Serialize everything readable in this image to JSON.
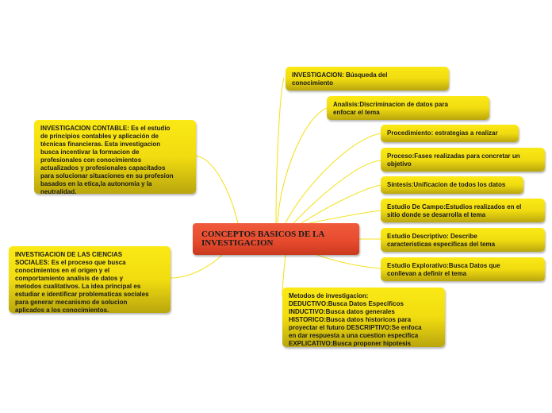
{
  "central": {
    "title": "CONCEPTOS BASICOS DE LA\nINVESTIGACION"
  },
  "left_topics": [
    {
      "text": "INVESTIGACION CONTABLE: Es el estudio\nde principios contables y aplicación de\ntécnicas financieras. Esta investigacion\nbusca incentivar la formacion de\nprofesionales con conocimientos\nactualizados y profesionales capacitados\npara solucionar situaciones en su profesion\nbasados en la etica,la autonomia y la\nneutralidad."
    },
    {
      "text": "INVESTIGACION DE LAS CIENCIAS\nSOCIALES: Es el proceso que busca\nconocimientos en el origen y el\ncomportamiento  analisis de datos y\nmetodos cualitativos. La idea principal es\nestudiar e identificar problematicas sociales\npara generar mecanismo de solucion\naplicados a los conocimientos."
    }
  ],
  "right_topics": [
    {
      "text": "INVESTIGACION: Búsqueda del\nconocimiento"
    },
    {
      "text": "Analisis:Discriminacion de datos para\nenfocar el tema"
    },
    {
      "text": "Procedimiento: estrategias a realizar"
    },
    {
      "text": "Proceso:Fases realizadas para concretar un\nobjetivo"
    },
    {
      "text": "Sintesis:Unificacion de todos los datos"
    },
    {
      "text": "Estudio De Campo:Estudios realizados en el\nsitio donde se desarrolla el tema"
    },
    {
      "text": "Estudio Descriptivo: Describe\ncaracteristicas especificas del tema"
    },
    {
      "text": "Estudio Explorativo:Busca Datos que\nconllevan a definir el tema"
    },
    {
      "text": "Metodos de investigacion:\nDEDUCTIVO:Busca Datos Especificos\nINDUCTIVO:Busca datos generales\nHISTORICO:Busca datos historicos para\nproyectar el futuro DESCRIPTIVO:Se enfoca\nen dar respuesta a una cuestion especifica\nEXPLICATIVO:Busca proponer hipotesis"
    }
  ],
  "colors": {
    "topic_fill": "#f1dc10",
    "central_fill": "#e64a2d",
    "connector": "#f4e224"
  }
}
